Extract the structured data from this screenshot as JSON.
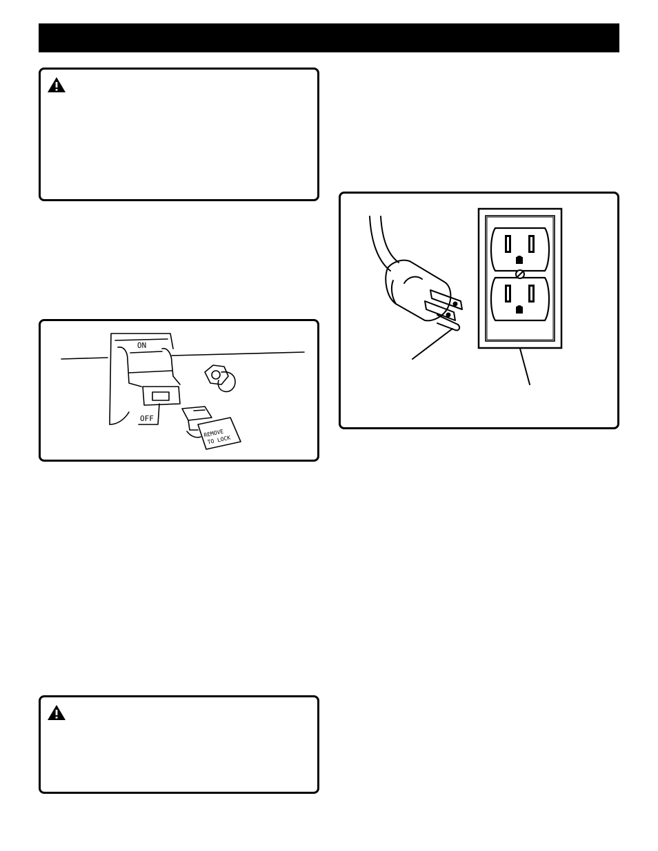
{
  "page": {
    "header_bar": "",
    "warning_box_top": {
      "icon": "warning-triangle-icon"
    },
    "warning_box_bottom": {
      "icon": "warning-triangle-icon"
    },
    "switch_figure": {
      "on_label": "ON",
      "off_label": "OFF",
      "key_text_line1": "REMOVE",
      "key_text_line2": "TO LOCK"
    },
    "plug_figure": {}
  }
}
